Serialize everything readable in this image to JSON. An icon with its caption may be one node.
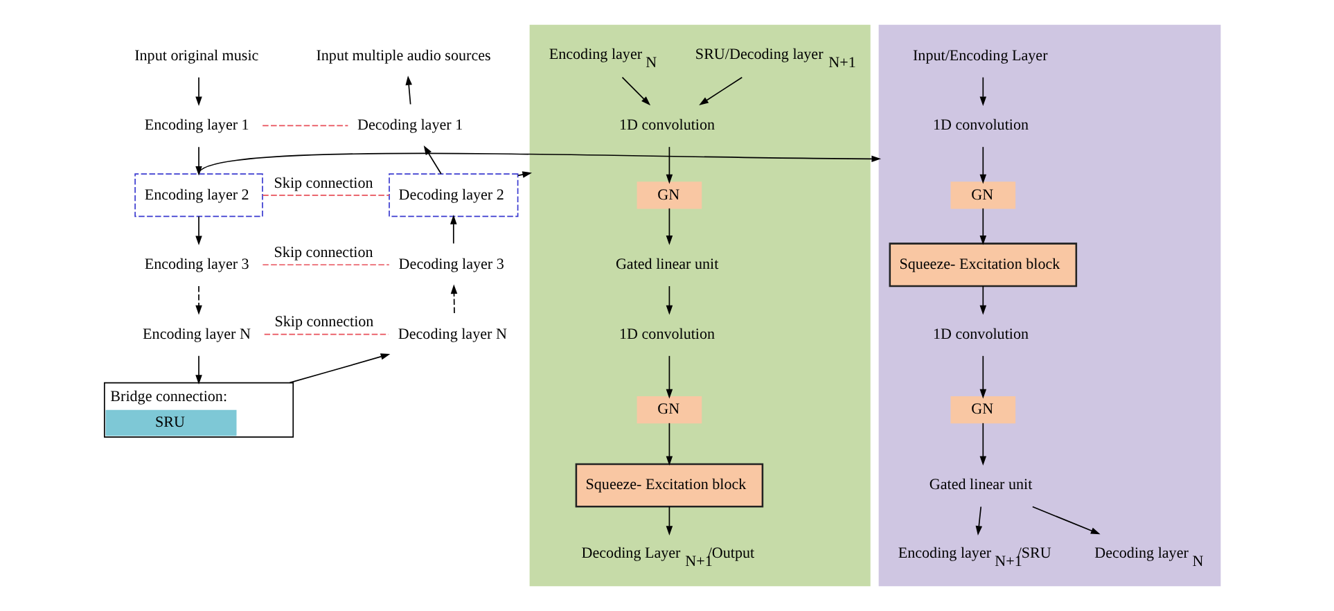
{
  "diagram": {
    "nodes": [
      {
        "text": [
          "Input original music"
        ]
      },
      {
        "text": [
          "Input multiple audio sources"
        ]
      },
      {
        "text": [
          "Encoding layer 1"
        ]
      },
      {
        "text": [
          "Decoding layer 1"
        ]
      },
      {
        "text": [
          "Encoding layer 2"
        ]
      },
      {
        "text": [
          "Decoding layer 2"
        ]
      },
      {
        "text": [
          "Encoding layer 3"
        ]
      },
      {
        "text": [
          "Decoding layer 3"
        ]
      },
      {
        "text": [
          "Encoding layer N"
        ]
      },
      {
        "text": [
          "Decoding layer N"
        ]
      },
      {
        "text": [
          "Bridge connection:",
          "SRU"
        ]
      },
      {
        "text": [],
        "shape": "box"
      },
      {
        "text": [
          "SRU/Decoding layer$_{N+1}$"
        ],
        "in": 11
      },
      {
        "text": [
          "Encoding layer$_{N}$"
        ],
        "in": 11
      },
      {
        "text": [
          "1D convolution"
        ],
        "in": 11
      },
      {
        "text": [
          "GN"
        ],
        "in": 11
      },
      {
        "text": [
          "Gated linear unit"
        ],
        "in": 11
      },
      {
        "text": [
          "1D convolution"
        ],
        "in": 11
      },
      {
        "text": [
          "GN"
        ],
        "in": 11
      },
      {
        "text": [
          "Squeeze- Excitation block"
        ],
        "in": 11
      },
      {
        "text": [
          "Decoding Layer$_{N+1}$/Output"
        ],
        "in": 11
      },
      {
        "text": [],
        "shape": "box"
      },
      {
        "text": [
          "Input/Encoding Layer"
        ],
        "in": 21
      },
      {
        "text": [
          "1D convolution"
        ],
        "in": 21
      },
      {
        "text": [
          "GN"
        ],
        "in": 21
      },
      {
        "text": [
          "Squeeze- Excitation block"
        ],
        "in": 21
      },
      {
        "text": [
          "1D convolution"
        ],
        "in": 21
      },
      {
        "text": [
          "GN"
        ],
        "in": 21
      },
      {
        "text": [
          "Gated linear unit"
        ],
        "in": 21
      },
      {
        "text": [
          "Encoding layer$_{N+1}$/SRU"
        ],
        "in": 21
      },
      {
        "text": [
          "Decoding layer$_{N}$"
        ],
        "in": 21
      }
    ],
    "edges": [
      {
        "from": 0,
        "to": 2,
        "arrow": "to"
      },
      {
        "from": 2,
        "to": 4,
        "arrow": "to"
      },
      {
        "from": 4,
        "to": 6,
        "arrow": "to"
      },
      {
        "from": 6,
        "to": 8,
        "arrow": "to",
        "style": "dashed"
      },
      {
        "from": 8,
        "to": 10,
        "arrow": "to"
      },
      {
        "from": 10,
        "to": 9,
        "arrow": "to"
      },
      {
        "from": 9,
        "to": 7,
        "arrow": "to",
        "style": "dashed"
      },
      {
        "from": 7,
        "to": 5,
        "arrow": "to"
      },
      {
        "from": 5,
        "to": 3,
        "arrow": "to"
      },
      {
        "from": 3,
        "to": 1,
        "arrow": "to"
      },
      {
        "from": 2,
        "to": 3,
        "arrow": "none",
        "style": "dashed",
        "color": "#e8505a"
      },
      {
        "from": 4,
        "to": 5,
        "arrow": "none",
        "style": "dashed",
        "color": "#e8505a",
        "label": "Skip connection"
      },
      {
        "from": 6,
        "to": 7,
        "arrow": "none",
        "style": "dashed",
        "color": "#e8505a",
        "label": "Skip connection"
      },
      {
        "from": 8,
        "to": 9,
        "arrow": "none",
        "style": "dashed",
        "color": "#e8505a",
        "label": "Skip connection"
      },
      {
        "from": 4,
        "to": 21,
        "arrow": "to"
      },
      {
        "from": 5,
        "to": 11,
        "arrow": "to"
      },
      {
        "from": 12,
        "to": 14,
        "arrow": "to"
      },
      {
        "from": 13,
        "to": 14,
        "arrow": "to"
      },
      {
        "from": 14,
        "to": 15,
        "arrow": "to"
      },
      {
        "from": 15,
        "to": 16,
        "arrow": "to"
      },
      {
        "from": 16,
        "to": 17,
        "arrow": "to"
      },
      {
        "from": 17,
        "to": 18,
        "arrow": "to"
      },
      {
        "from": 18,
        "to": 19,
        "arrow": "to"
      },
      {
        "from": 19,
        "to": 20,
        "arrow": "to"
      },
      {
        "from": 22,
        "to": 23,
        "arrow": "to"
      },
      {
        "from": 23,
        "to": 24,
        "arrow": "to"
      },
      {
        "from": 24,
        "to": 25,
        "arrow": "to"
      },
      {
        "from": 25,
        "to": 26,
        "arrow": "to"
      },
      {
        "from": 26,
        "to": 27,
        "arrow": "to"
      },
      {
        "from": 27,
        "to": 28,
        "arrow": "to"
      },
      {
        "from": 28,
        "to": 29,
        "arrow": "to"
      },
      {
        "from": 28,
        "to": 30,
        "arrow": "to"
      }
    ]
  }
}
